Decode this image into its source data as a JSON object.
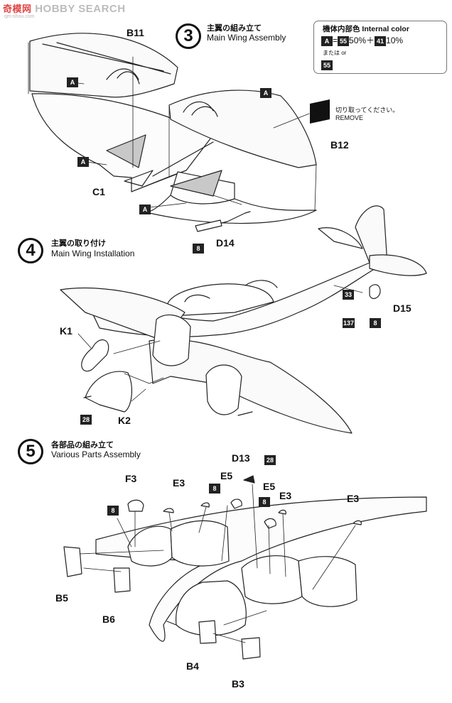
{
  "watermark": {
    "cn": "奇模网",
    "en": "HOBBY SEARCH",
    "url": "qm-shou.com"
  },
  "steps": [
    {
      "number": "3",
      "title_jp": "主翼の組み立て",
      "title_en": "Main Wing Assembly"
    },
    {
      "number": "4",
      "title_jp": "主翼の取り付け",
      "title_en": "Main Wing Installation"
    },
    {
      "number": "5",
      "title_jp": "各部品の組み立て",
      "title_en": "Various Parts Assembly"
    }
  ],
  "color_box": {
    "title": "機体内部色 Internal color",
    "letter": "A",
    "equals": "=",
    "color1": "55",
    "pct1": "50%",
    "plus": "＋",
    "color2": "41",
    "pct2": "10%",
    "or_text": "または or",
    "alt_color": "55"
  },
  "remove_note": {
    "jp": "切り取ってください。",
    "en": "REMOVE"
  },
  "parts": {
    "b11": "B11",
    "b12": "B12",
    "c1": "C1",
    "d14": "D14",
    "d15": "D15",
    "k1": "K1",
    "k2": "K2",
    "d13": "D13",
    "f3": "F3",
    "e3_a": "E3",
    "e5_a": "E5",
    "e5_b": "E5",
    "e3_b": "E3",
    "e3_c": "E3",
    "b5": "B5",
    "b6": "B6",
    "b4": "B4",
    "b3": "B3"
  },
  "color_refs": {
    "a1": "A",
    "a2": "A",
    "a3": "A",
    "a4": "A",
    "c8_d14": "8",
    "c33": "33",
    "c137": "137",
    "c8_d15": "8",
    "c28_k2": "28",
    "c28_d13": "28",
    "c8_e5": "8",
    "c8_f3": "8",
    "c8_e5b": "8"
  }
}
